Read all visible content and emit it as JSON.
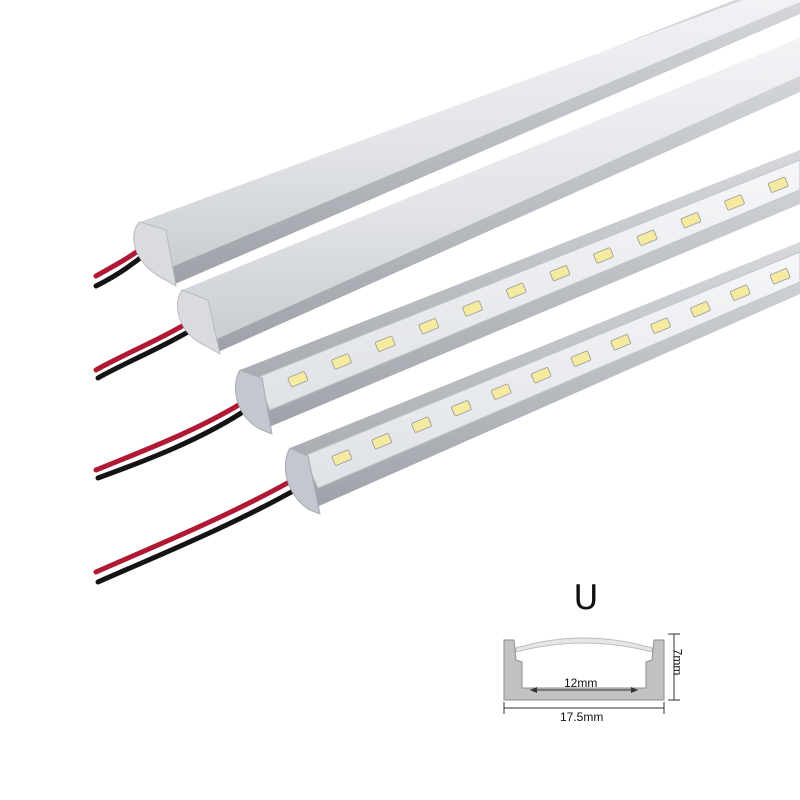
{
  "profile": {
    "label": "U",
    "dimensions": {
      "inner_width": "12mm",
      "outer_width": "17.5mm",
      "height": "7mm"
    }
  },
  "colors": {
    "background": "#ffffff",
    "diffuser": "#e4e6ea",
    "aluminum": "#c9ccd1",
    "pcb": "#e9ebee",
    "led_chip": "#f4eaa0",
    "wire_red": "#b01833",
    "wire_black": "#141414",
    "profile_body": "#c2c2c2"
  },
  "bars": [
    {
      "variant": "covered",
      "leds": 0
    },
    {
      "variant": "covered",
      "leds": 0
    },
    {
      "variant": "open",
      "leds": 12
    },
    {
      "variant": "open",
      "leds": 12
    }
  ]
}
